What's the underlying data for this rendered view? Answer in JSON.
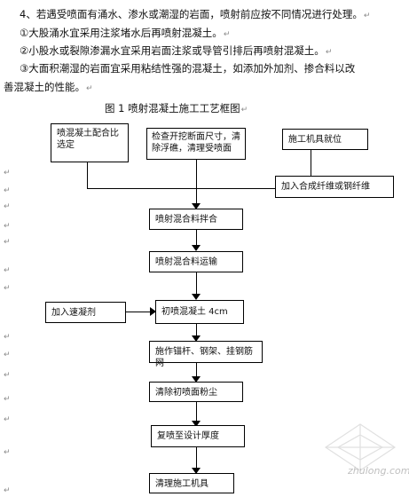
{
  "text": {
    "line1": "4、若遇受喷面有涌水、渗水或潮湿的岩面，喷射前应按不同情况进行处理。",
    "line2": "①大股涌水宜采用注浆堵水后再喷射混凝土。",
    "line3": "②小股水或裂隙渗漏水宜采用岩面注浆或导管引排后再喷射混凝土。",
    "line4a": "③大面积潮湿的岩面宜采用粘结性强的混凝土，如添加外加剂、掺合料以改",
    "line4b": "善混凝土的性能。",
    "caption": "图 1   喷射混凝土施工工艺框图"
  },
  "flow": {
    "b1": "喷混凝土配合比选定",
    "b2": "检查开挖断面尺寸，清除浮礁，清理受喷面",
    "b3": "施工机具就位",
    "b4": "加入合成纤维或钢纤维",
    "b5": "喷射混合料拌合",
    "b6": "喷射混合料运输",
    "b7": "加入速凝剂",
    "b8": "初喷混凝土 4cm",
    "b9": "施作锚杆、钢架、挂钢筋网",
    "b10": "清除初喷面粉尘",
    "b11": "复喷至设计厚度",
    "b12": "清理施工机具"
  },
  "watermark": "zhulong.com",
  "mark_symbol": "↵"
}
